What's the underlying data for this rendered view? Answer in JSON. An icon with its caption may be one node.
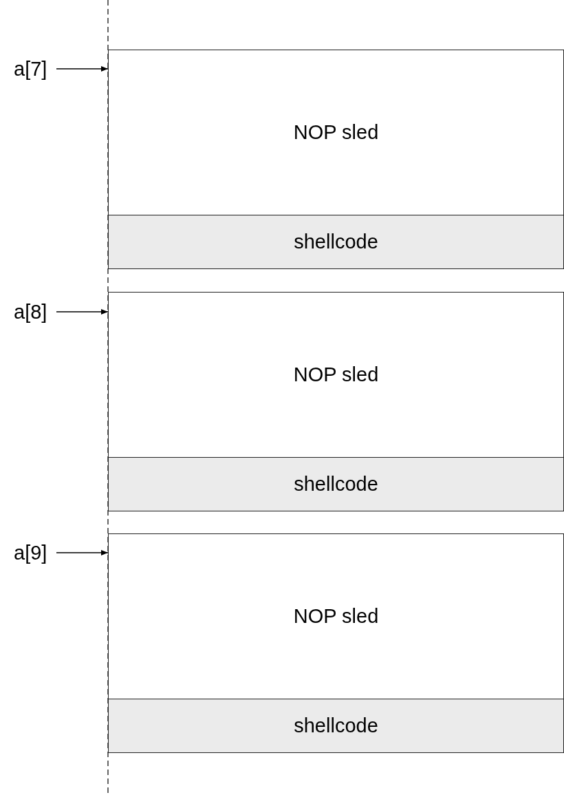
{
  "diagram": {
    "nodes": [
      {
        "text": [
          "a[7]"
        ]
      },
      {
        "text": [
          "NOP sled"
        ]
      },
      {
        "text": [
          "shellcode"
        ]
      },
      {
        "text": [
          "a[8]"
        ]
      },
      {
        "text": [
          "NOP sled"
        ]
      },
      {
        "text": [
          "shellcode"
        ]
      },
      {
        "text": [
          "a[9]"
        ]
      },
      {
        "text": [
          "NOP sled"
        ]
      },
      {
        "text": [
          "shellcode"
        ]
      }
    ],
    "edges": [
      {
        "from": 0,
        "to": 1,
        "arrow": "to"
      },
      {
        "from": 3,
        "to": 4,
        "arrow": "to"
      },
      {
        "from": 6,
        "to": 7,
        "arrow": "to"
      }
    ]
  }
}
